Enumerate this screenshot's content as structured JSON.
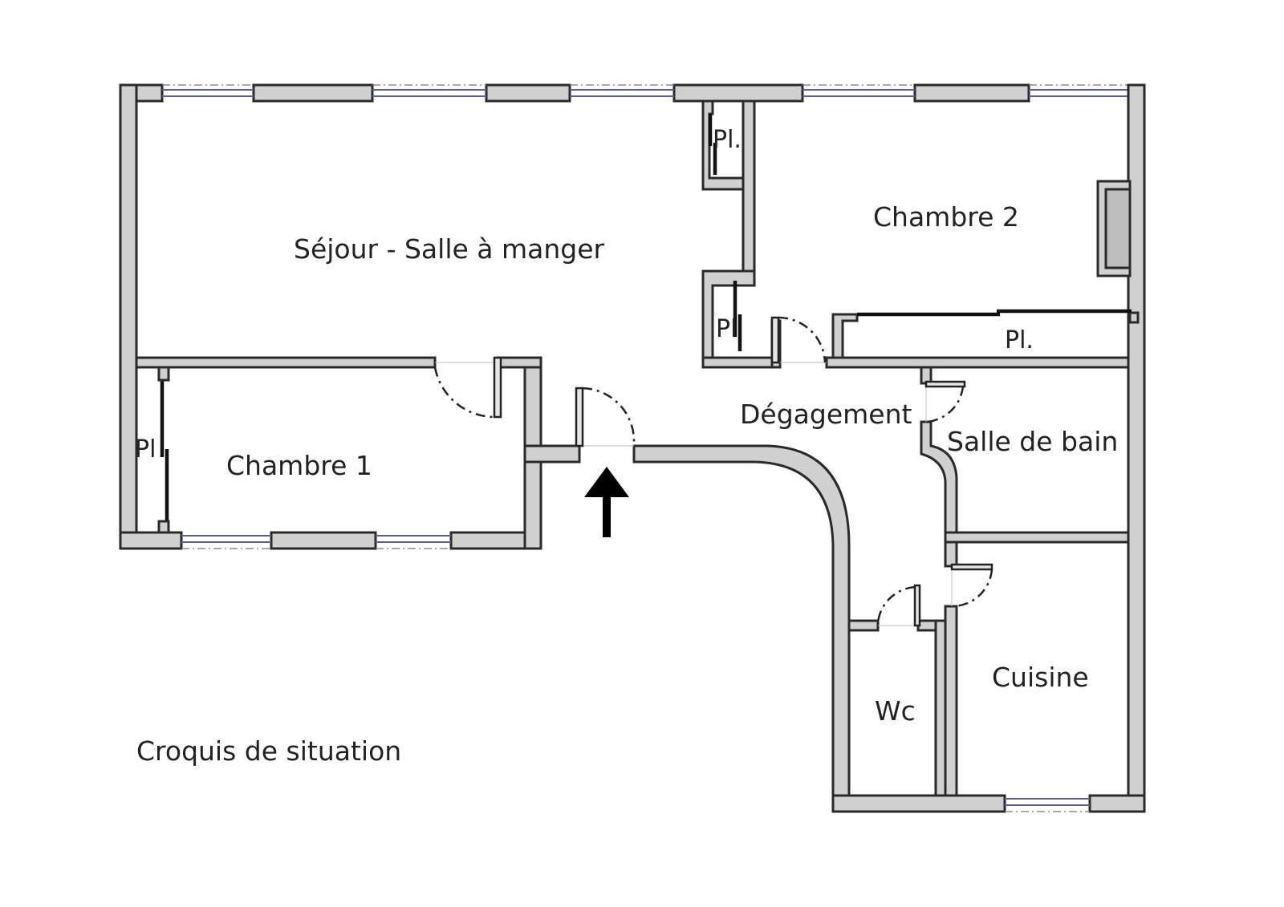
{
  "plan": {
    "title": "Croquis de situation",
    "rooms": {
      "sejour": "Séjour - Salle à manger",
      "chambre1": "Chambre 1",
      "chambre2": "Chambre 2",
      "degagement": "Dégagement",
      "salle_de_bain": "Salle de bain",
      "wc": "Wc",
      "cuisine": "Cuisine"
    },
    "closets": {
      "pl_top": "Pl.",
      "pl_mid": "Pl",
      "pl_chambre2": "Pl.",
      "pl_chambre1": "Pl"
    },
    "entrance": "entrance-arrow"
  },
  "colors": {
    "wall_fill": "#d0d0d0",
    "wall_stroke": "#2a2a2a",
    "window_glass": "#5b5ba8"
  }
}
